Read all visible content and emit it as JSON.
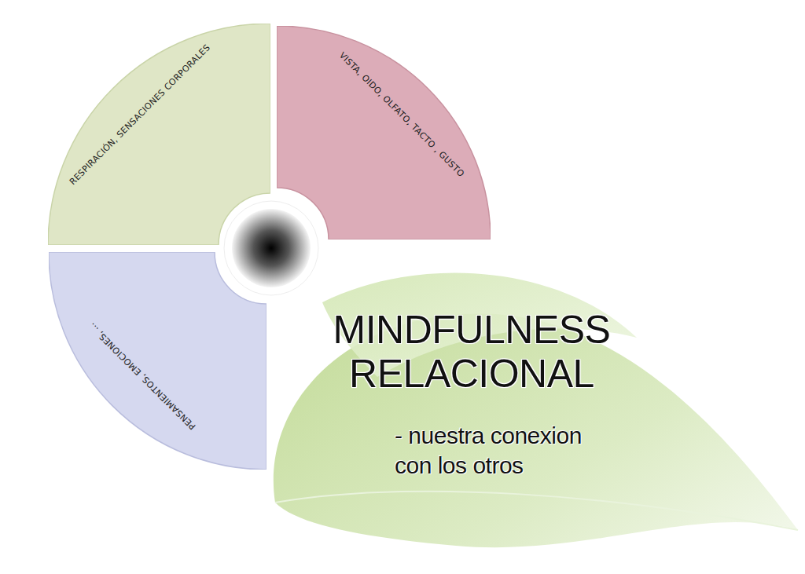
{
  "diagram": {
    "nodes": [
      {
        "text": [
          "RESPIRACIÓN, SENSACIONES CORPORALES"
        ]
      },
      {
        "text": [
          "VISTA, OIDO, OLFATO, TACTO , GUSTO"
        ]
      },
      {
        "text": [
          "PENSAMIENTOS, EMOCIONES, ..."
        ]
      },
      {
        "text": [
          "MINDFULNESS RELACIONAL",
          "- nuestra conexion con los otros"
        ]
      }
    ]
  }
}
